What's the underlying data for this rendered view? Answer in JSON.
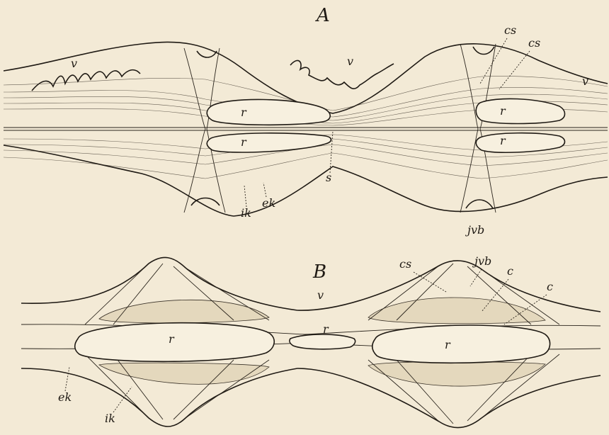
{
  "figure": {
    "panel_a_label": "A",
    "panel_b_label": "B",
    "labels_a": {
      "v_left": "v",
      "v_mid": "v",
      "v_right": "v",
      "cs_1": "cs",
      "cs_2": "cs",
      "r_1": "r",
      "r_2": "r",
      "r_3": "r",
      "r_4": "r",
      "s": "s",
      "ik": "ik",
      "ek": "ek",
      "jvb": "jvb"
    },
    "labels_b": {
      "v": "v",
      "cs": "cs",
      "jvb": "jvb",
      "c_1": "c",
      "c_2": "c",
      "r_left": "r",
      "r_mid": "r",
      "r_right": "r",
      "ek": "ek",
      "ik": "ik"
    },
    "colors": {
      "paper": "#f3ead6",
      "ink": "#1f1a14"
    }
  }
}
